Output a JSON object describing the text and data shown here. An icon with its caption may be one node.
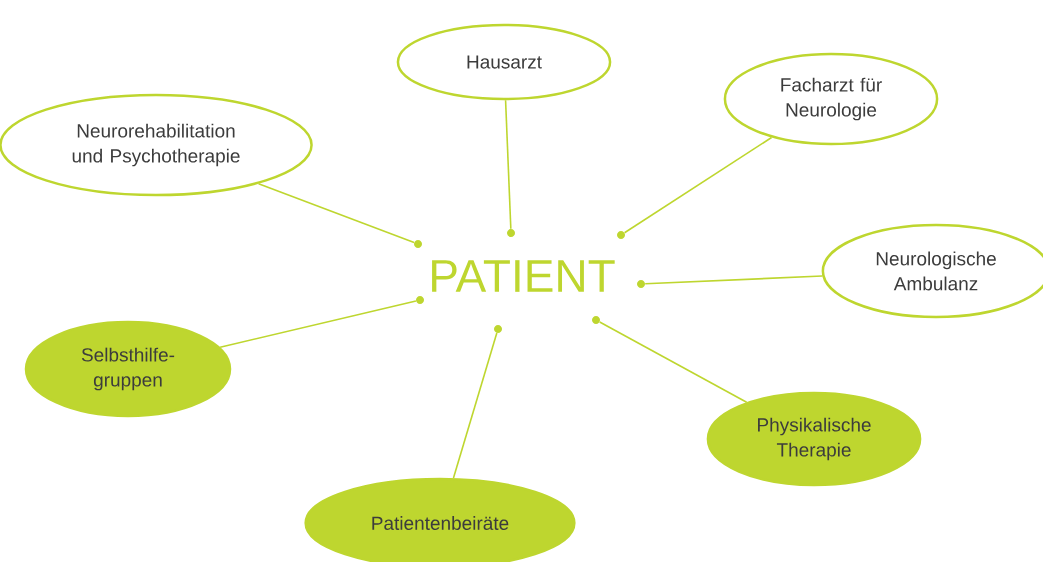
{
  "diagram": {
    "nodes": [
      {
        "text": [
          "PATIENT"
        ]
      },
      {
        "text": [
          "Hausarzt"
        ]
      },
      {
        "text": [
          "Facharzt für Neurologie"
        ]
      },
      {
        "text": [
          "Neurologische Ambulanz"
        ]
      },
      {
        "text": [
          "Physikalische Therapie"
        ]
      },
      {
        "text": [
          "Patientenbeiräte"
        ]
      },
      {
        "text": [
          "Selbsthilfe-gruppen"
        ]
      },
      {
        "text": [
          "Neurorehabilitation und Psychotherapie"
        ]
      },
      {
        "text": [],
        "shape": "circle"
      },
      {
        "text": [],
        "shape": "circle"
      },
      {
        "text": [],
        "shape": "circle"
      },
      {
        "text": [],
        "shape": "circle"
      },
      {
        "text": [],
        "shape": "circle"
      },
      {
        "text": [],
        "shape": "circle"
      },
      {
        "text": [],
        "shape": "circle"
      }
    ],
    "edges": [
      {
        "from": 7,
        "to": 8,
        "arrow": "none"
      },
      {
        "from": 6,
        "to": 9,
        "arrow": "none"
      },
      {
        "from": 5,
        "to": 10,
        "arrow": "none"
      },
      {
        "from": 1,
        "to": 11,
        "arrow": "none"
      },
      {
        "from": 4,
        "to": 12,
        "arrow": "none"
      },
      {
        "from": 2,
        "to": 13,
        "arrow": "none"
      },
      {
        "from": 3,
        "to": 14,
        "arrow": "none"
      }
    ]
  }
}
